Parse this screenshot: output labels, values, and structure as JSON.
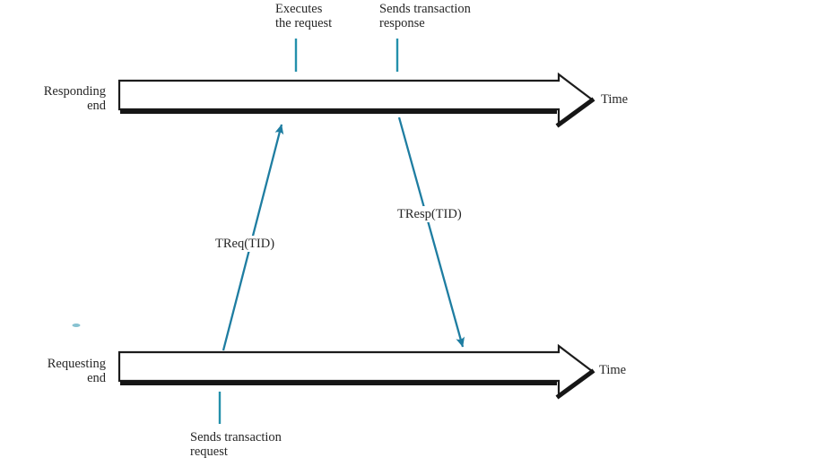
{
  "colors": {
    "background": "#ffffff",
    "timeline_ink": "#1c1c1c",
    "message_teal": "#1e7da1",
    "tick_teal": "#2490ab",
    "text": "#262626"
  },
  "responding": {
    "label_line1": "Responding",
    "label_line2": "end",
    "time_label": "Time"
  },
  "requesting": {
    "label_line1": "Requesting",
    "label_line2": "end",
    "time_label": "Time"
  },
  "events": {
    "executes": {
      "line1": "Executes",
      "line2": "the request"
    },
    "sends_response": {
      "line1": "Sends transaction",
      "line2": "response"
    },
    "sends_request": {
      "line1": "Sends transaction",
      "line2": "request"
    }
  },
  "messages": {
    "request": "TReq(TID)",
    "response": "TResp(TID)"
  }
}
